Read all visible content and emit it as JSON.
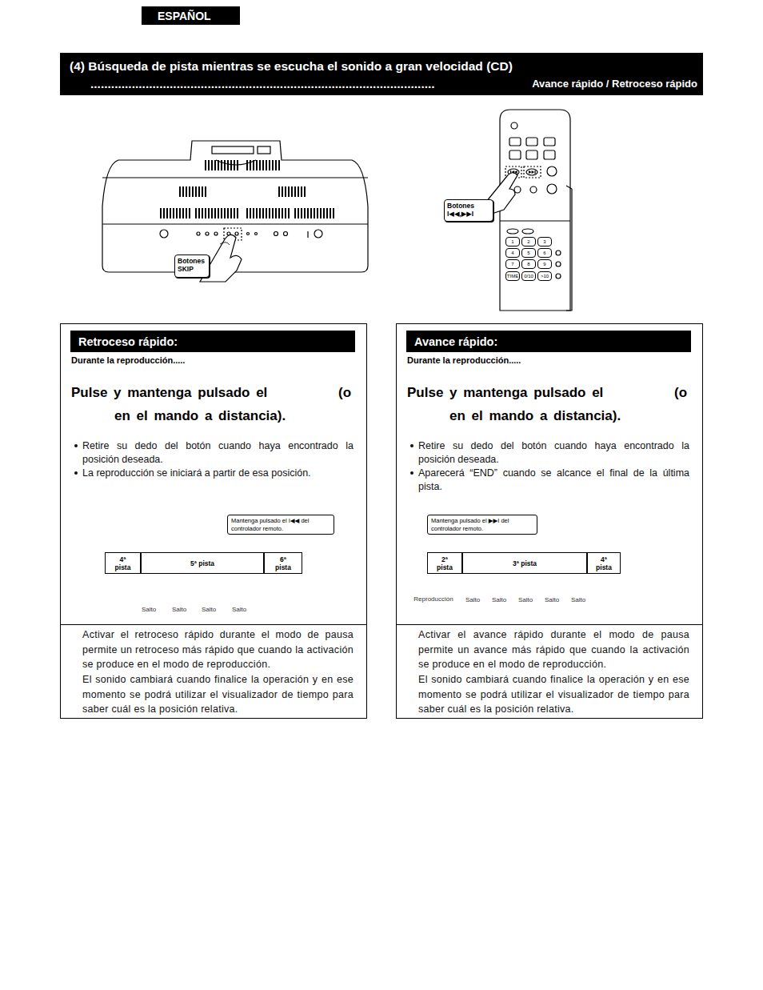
{
  "diagram": {
    "nodes": [
      {
        "text": [
          "ESPAÑOL"
        ]
      },
      {
        "text": [
          "(4) Búsqueda de pista mientras se escucha el sonido a gran velocidad (CD) ....................................................................................................",
          "Avance rápido / Retroceso rápido"
        ]
      },
      {
        "text": [
          "Botones I◀◀,▶▶I"
        ]
      },
      {
        "text": [
          "Botones SKIP"
        ]
      },
      {
        "text": [
          "Durante la reproducción.....",
          "Pulse y mantenga pulsado el",
          "(o",
          "en el mando a distancia).",
          "Retire su dedo del botón cuando haya encontrado la posición deseada.",
          "La reproducción se iniciará a partir de esa posición."
        ]
      },
      {
        "text": [
          "Retroceso rápido:"
        ],
        "in": 4
      },
      {
        "text": [
          "Mantenga pulsado el I◀◀ del controlador remoto."
        ],
        "in": 4
      },
      {
        "text": [
          "4ª pista"
        ],
        "in": 4
      },
      {
        "text": [
          "5ª pista"
        ],
        "in": 4
      },
      {
        "text": [
          "6ª pista"
        ],
        "in": 4
      },
      {
        "text": [
          "Activar el retroceso rápido durante el modo de pausa permite un retroceso más rápido que cuando la activación se produce en el modo de reproducción.",
          "El sonido cambiará cuando finalice la operación y en ese momento se podrá utilizar el visualizador de tiempo para saber cuál es la posición relativa."
        ],
        "in": 4
      },
      {
        "text": [
          "Durante la reproducción.....",
          "Pulse y mantenga pulsado el",
          "(o",
          "en el mando a distancia).",
          "Retire su dedo del botón cuando haya encontrado la posición deseada.",
          "Aparecerá “END” cuando se alcance el final de la última pista."
        ]
      },
      {
        "text": [
          "Avance rápido:"
        ],
        "in": 11
      },
      {
        "text": [
          "Mantenga pulsado el ▶▶I del controlador remoto."
        ],
        "in": 11
      },
      {
        "text": [
          "2ª pista"
        ],
        "in": 11
      },
      {
        "text": [
          "3ª pista"
        ],
        "in": 11
      },
      {
        "text": [
          "4ª pista"
        ],
        "in": 11
      },
      {
        "text": [
          "Activar el avance rápido durante el modo de pausa permite un avance más rápido que cuando la activación se produce en el modo de reproducción.",
          "El sonido cambiará cuando finalice la operación y en ese momento se podrá utilizar el visualizador de tiempo para saber cuál es la posición relativa."
        ],
        "in": 11
      },
      {
        "text": [
          "1"
        ]
      },
      {
        "text": [
          "2"
        ]
      },
      {
        "text": [
          "3"
        ]
      },
      {
        "text": [
          "4"
        ]
      },
      {
        "text": [
          "5"
        ]
      },
      {
        "text": [
          "6"
        ]
      },
      {
        "text": [
          "7"
        ]
      },
      {
        "text": [
          "8"
        ]
      },
      {
        "text": [
          "9"
        ]
      },
      {
        "text": [
          "TIME"
        ]
      },
      {
        "text": [
          "0/10"
        ]
      },
      {
        "text": [
          ">10"
        ]
      }
    ],
    "edges": [
      {
        "from": 6,
        "to": 9,
        "arrow": "to"
      },
      {
        "from": 13,
        "to": 14,
        "arrow": "to"
      }
    ],
    "labels": [
      "Salto",
      "Salto",
      "Salto",
      "Salto",
      "Reproducción",
      "Salto",
      "Salto",
      "Salto",
      "Salto",
      "Salto"
    ]
  }
}
